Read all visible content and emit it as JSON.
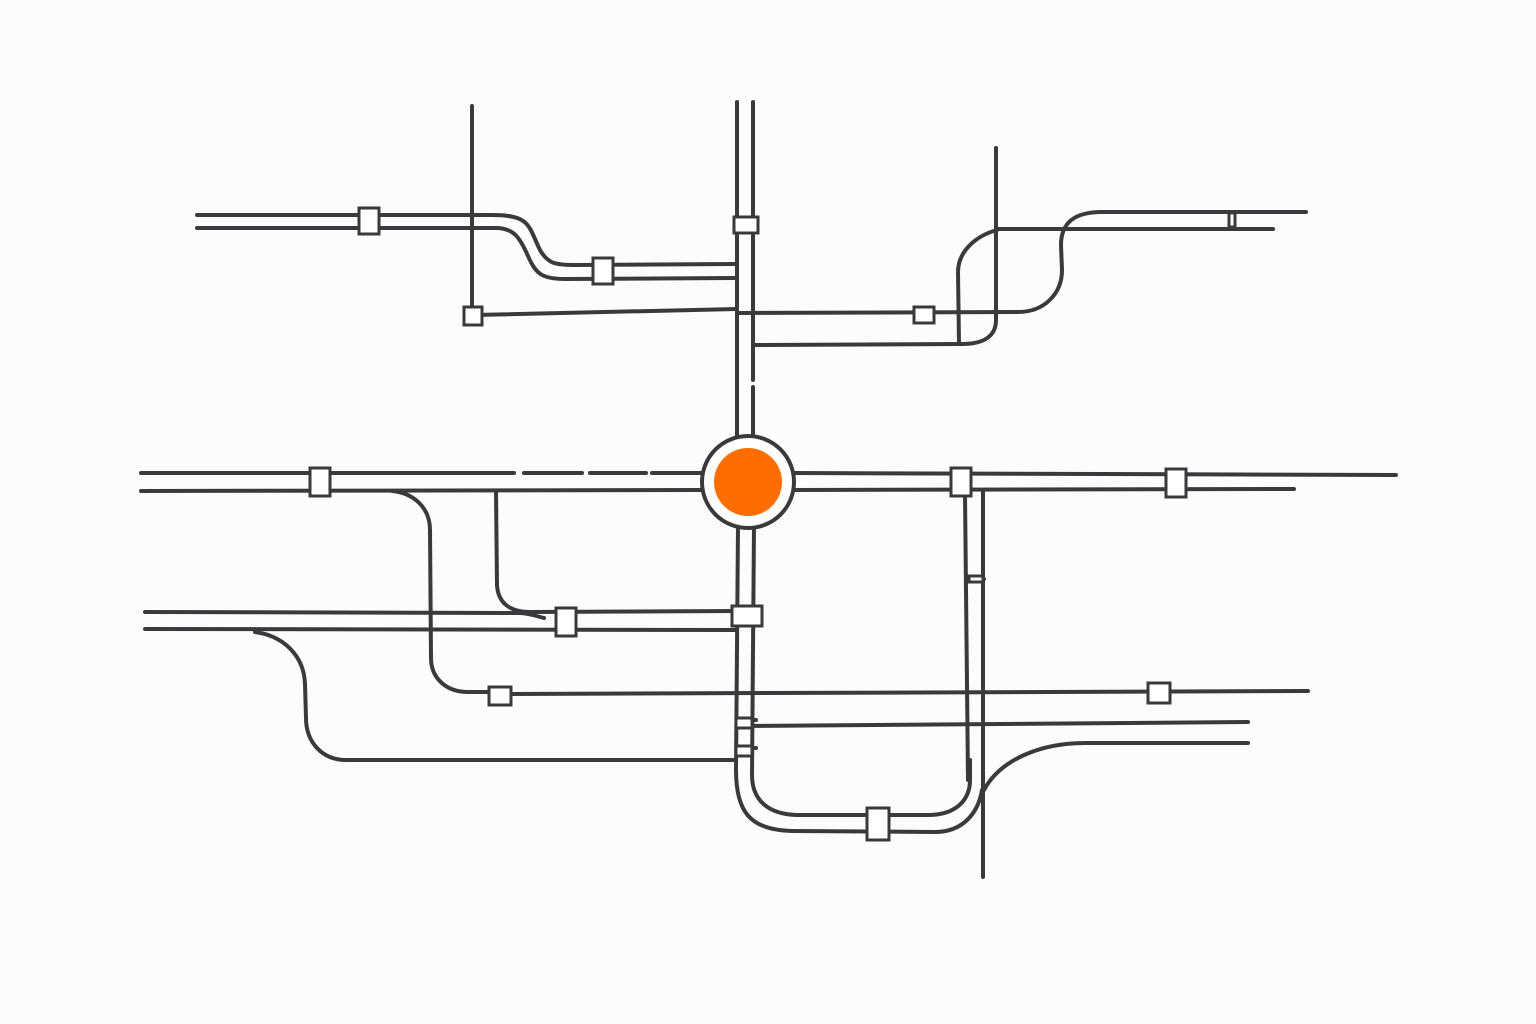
{
  "diagram": {
    "type": "schematic-rail-network",
    "colors": {
      "background": "#fcfcfc",
      "line": "#3a3a3c",
      "station_fill": "#ffffff",
      "hub": "#ff6d00"
    },
    "station_count": 17,
    "hub_count": 1
  }
}
